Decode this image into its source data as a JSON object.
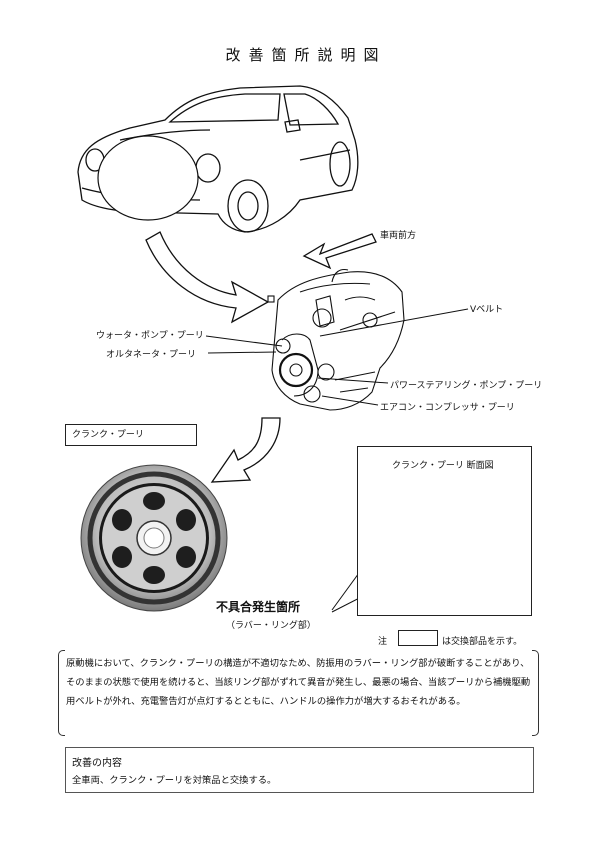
{
  "title": "改善箇所説明図",
  "labels": {
    "vehicle_front": "車両前方",
    "v_belt": "Vベルト",
    "water_pump_pulley": "ウォータ・ポンプ・プーリ",
    "alternator_pulley": "オルタネータ・プーリ",
    "power_steering_pulley": "パワーステアリング・ポンプ・プーリ",
    "aircon_pulley": "エアコン・コンプレッサ・プーリ",
    "crank_pulley": "クランク・プーリ",
    "crank_section": "クランク・プーリ 断面図",
    "defect_location": "不具合発生箇所",
    "rubber_ring": "（ラバー・リング部）",
    "note_prefix": "注",
    "note_suffix": "は交換部品を示す。"
  },
  "description": "原動機において、クランク・プーリの構造が不適切なため、防振用のラバー・リング部が破断することがあり、そのままの状態で使用を続けると、当該リング部がずれて異音が発生し、最悪の場合、当該プーリから補機駆動用ベルトが外れ、充電警告灯が点灯するとともに、ハンドルの操作力が増大するおそれがある。",
  "improvement": {
    "heading": "改善の内容",
    "body": "全車両、クランク・プーリを対策品と交換する。"
  }
}
